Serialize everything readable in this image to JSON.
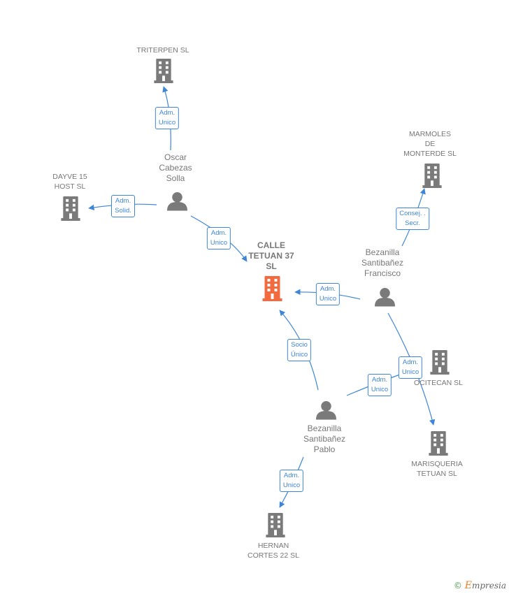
{
  "colors": {
    "edge": "#3d85d6",
    "company": "#7a7a7a",
    "main_company": "#f26a3d",
    "person": "#777777"
  },
  "nodes": {
    "triterpen": {
      "label": "TRITERPEN SL",
      "type": "company"
    },
    "dayve": {
      "label": "DAYVE 15\nHOST  SL",
      "type": "company"
    },
    "oscar": {
      "label": "Oscar\nCabezas\nSolla",
      "type": "person"
    },
    "calle": {
      "label": "CALLE\nTETUAN 37\nSL",
      "type": "main-company"
    },
    "marmoles": {
      "label": "MARMOLES\nDE\nMONTERDE  SL",
      "type": "company"
    },
    "francisco": {
      "label": "Bezanilla\nSantibañez\nFrancisco",
      "type": "person"
    },
    "ocitecan": {
      "label": "OCITECAN SL",
      "type": "company"
    },
    "pablo": {
      "label": "Bezanilla\nSantibañez\nPablo",
      "type": "person"
    },
    "marisqueria": {
      "label": "MARISQUERIA\nTETUAN SL",
      "type": "company"
    },
    "hernan": {
      "label": "HERNAN\nCORTES 22  SL",
      "type": "company"
    }
  },
  "edges": {
    "oscar_triterpen": "Adm.\nUnico",
    "oscar_dayve": "Adm.\nSolid.",
    "oscar_calle": "Adm.\nUnico",
    "francisco_marmoles": "Consej. .\nSecr.",
    "francisco_calle": "Adm.\nUnico",
    "pablo_calle": "Socio\nÚnico",
    "pablo_ocitecan": "Adm.\nUnico",
    "francisco_marisqueria": "Adm.\nUnico",
    "pablo_hernan": "Adm.\nUnico"
  },
  "brand": {
    "copyright": "©",
    "first_letter": "E",
    "rest": "mpresia"
  }
}
